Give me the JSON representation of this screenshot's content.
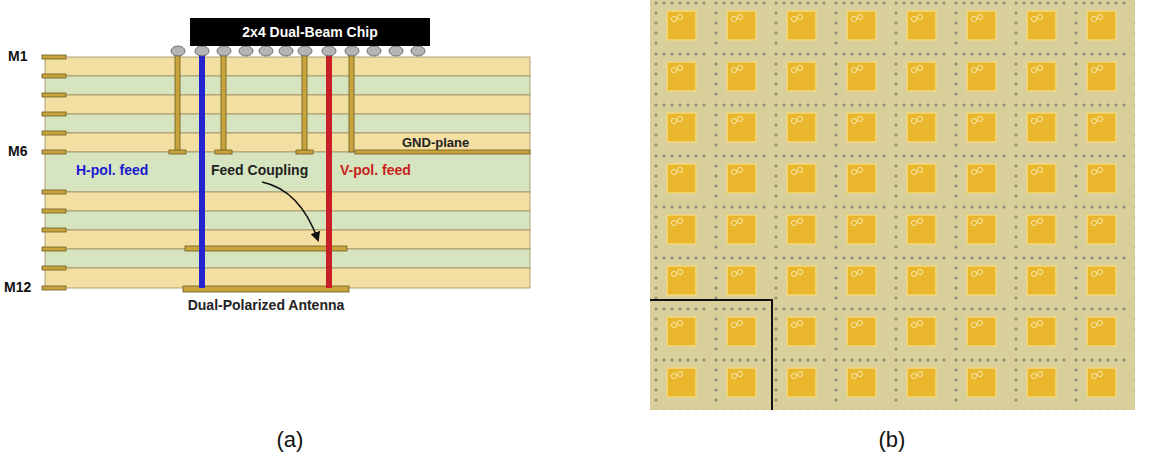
{
  "diagram": {
    "nodes": [
      {
        "text": [
          "2x4 Dual-Beam Chip"
        ]
      }
    ],
    "labels": [
      "M1",
      "M6",
      "M12",
      "H-pol. feed",
      "Feed Coupling",
      "V-pol. feed",
      "GND-plane",
      "Dual-Polarized Antenna",
      "(a)",
      "(b)"
    ]
  }
}
